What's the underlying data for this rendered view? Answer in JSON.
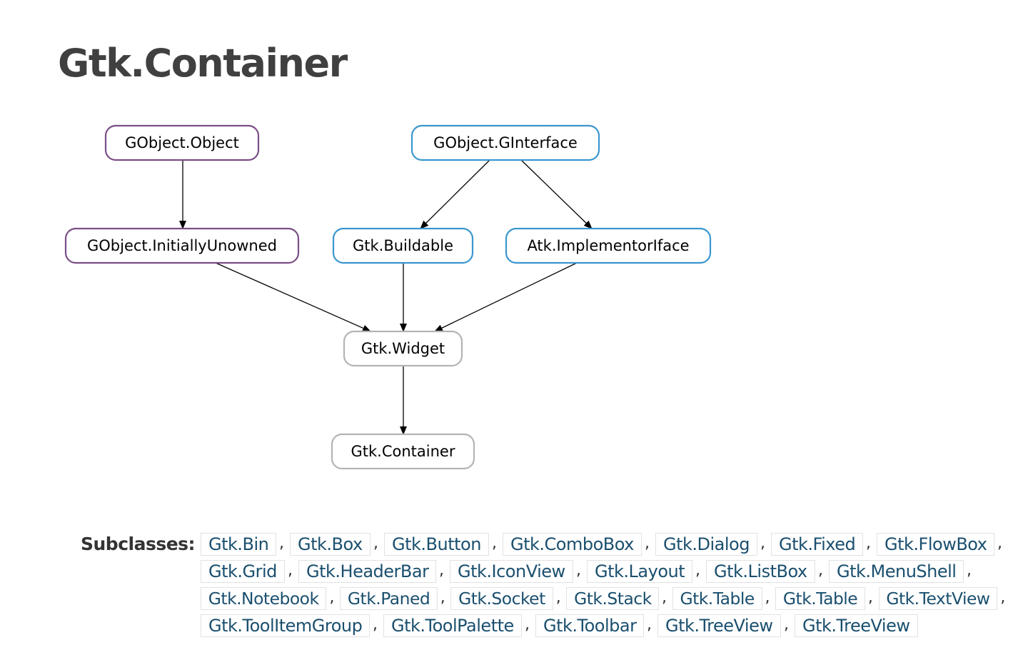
{
  "title": "Gtk.Container",
  "diagram": {
    "nodes": [
      {
        "id": "gobject-object",
        "label": "GObject.Object",
        "kind": "class"
      },
      {
        "id": "gobject-ginterface",
        "label": "GObject.GInterface",
        "kind": "interface"
      },
      {
        "id": "gobject-initiallyunowned",
        "label": "GObject.InitiallyUnowned",
        "kind": "class"
      },
      {
        "id": "gtk-buildable",
        "label": "Gtk.Buildable",
        "kind": "interface"
      },
      {
        "id": "atk-implementoriface",
        "label": "Atk.ImplementorIface",
        "kind": "interface"
      },
      {
        "id": "gtk-widget",
        "label": "Gtk.Widget",
        "kind": "current-ancestor"
      },
      {
        "id": "gtk-container",
        "label": "Gtk.Container",
        "kind": "current"
      }
    ],
    "edges": [
      {
        "from": "gobject-object",
        "to": "gobject-initiallyunowned"
      },
      {
        "from": "gobject-ginterface",
        "to": "gtk-buildable"
      },
      {
        "from": "gobject-ginterface",
        "to": "atk-implementoriface"
      },
      {
        "from": "gobject-initiallyunowned",
        "to": "gtk-widget"
      },
      {
        "from": "gtk-buildable",
        "to": "gtk-widget"
      },
      {
        "from": "atk-implementoriface",
        "to": "gtk-widget"
      },
      {
        "from": "gtk-widget",
        "to": "gtk-container"
      }
    ],
    "colors": {
      "class": "#7b4f86",
      "interface": "#3a97cf",
      "current": "#b4b4b4",
      "edge": "#000000"
    }
  },
  "subclasses": {
    "label": "Subclasses:",
    "separator": ",",
    "items": [
      "Gtk.Bin",
      "Gtk.Box",
      "Gtk.Button",
      "Gtk.ComboBox",
      "Gtk.Dialog",
      "Gtk.Fixed",
      "Gtk.FlowBox",
      "Gtk.Grid",
      "Gtk.HeaderBar",
      "Gtk.IconView",
      "Gtk.Layout",
      "Gtk.ListBox",
      "Gtk.MenuShell",
      "Gtk.Notebook",
      "Gtk.Paned",
      "Gtk.Socket",
      "Gtk.Stack",
      "Gtk.Table",
      "Gtk.Table",
      "Gtk.TextView",
      "Gtk.ToolItemGroup",
      "Gtk.ToolPalette",
      "Gtk.Toolbar",
      "Gtk.TreeView",
      "Gtk.TreeView"
    ]
  }
}
